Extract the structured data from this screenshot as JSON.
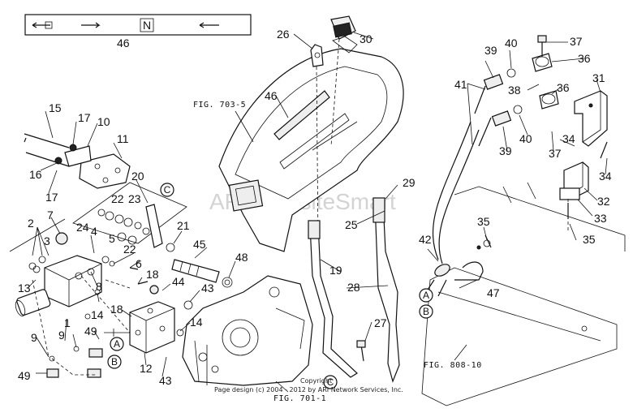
{
  "callouts": [
    "1",
    "2",
    "3",
    "4",
    "5",
    "6",
    "7",
    "8",
    "9",
    "10",
    "11",
    "12",
    "13",
    "14",
    "15",
    "16",
    "17",
    "18",
    "19",
    "20",
    "21",
    "22",
    "23",
    "24",
    "25",
    "26",
    "27",
    "28",
    "29",
    "30",
    "31",
    "32",
    "33",
    "34",
    "35",
    "36",
    "37",
    "38",
    "39",
    "40",
    "41",
    "42",
    "43",
    "44",
    "45",
    "46",
    "47",
    "48",
    "49"
  ],
  "reference_letters": {
    "a": "A",
    "b": "B",
    "c": "C"
  },
  "figure_refs": {
    "fig_703_5": "FIG. 703-5",
    "fig_701_1": "FIG. 701-1",
    "fig_808_10": "FIG. 808-10"
  },
  "decal_glyph": "N",
  "watermark": "ARI WebsiteSmart",
  "copyright": {
    "line1": "Copyright",
    "line2": "Page design (c) 2004 - 2012 by ARI Network Services, Inc."
  },
  "colors": {
    "line": "#111111",
    "background": "#ffffff",
    "watermark": "#c9c9c9"
  }
}
